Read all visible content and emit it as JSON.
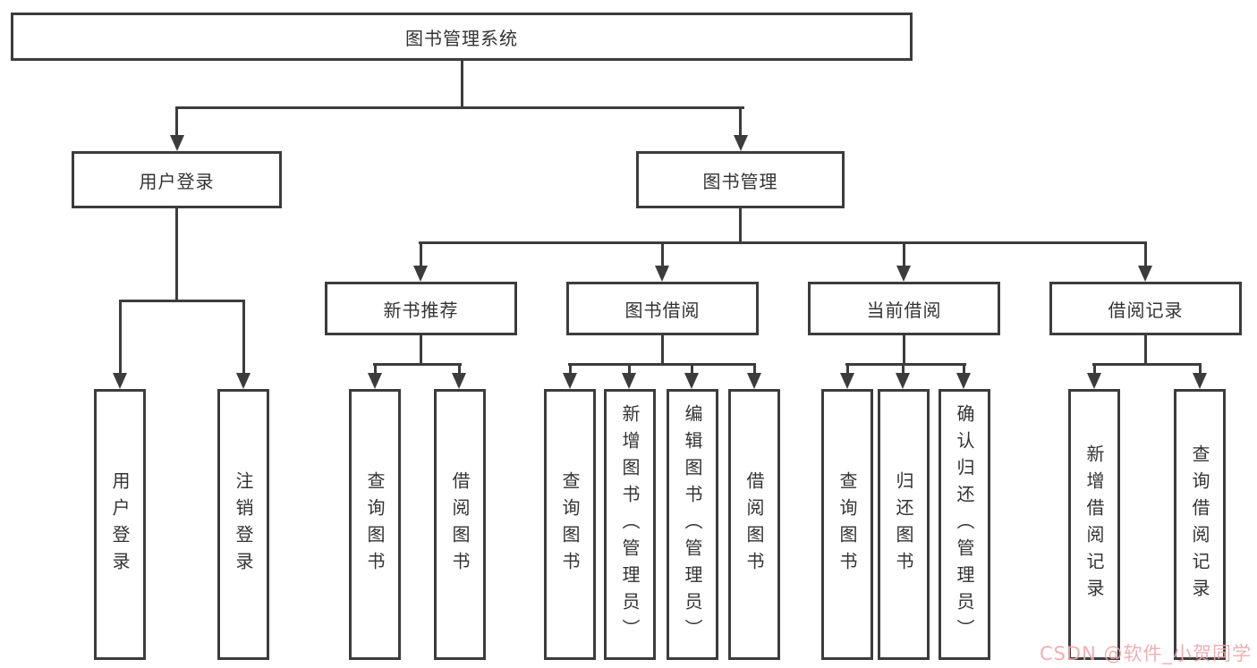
{
  "title": "图书管理系统",
  "level2": {
    "user_login": "用户登录",
    "book_mgmt": "图书管理"
  },
  "level3": {
    "new_book_recommend": "新书推荐",
    "book_borrowing": "图书借阅",
    "current_borrowing": "当前借阅",
    "borrowing_records": "借阅记录"
  },
  "leaves": {
    "user_login": "用户登录",
    "logout": "注销登录",
    "recommend_query_books": "查询图书",
    "recommend_borrow_books": "借阅图书",
    "borrowing_query_books": "查询图书",
    "borrowing_add_books_admin": "新增图书（管理员）",
    "borrowing_edit_books_admin": "编辑图书（管理员）",
    "borrowing_borrow_books": "借阅图书",
    "current_query_books": "查询图书",
    "current_return_books": "归还图书",
    "current_confirm_return_admin": "确认归还（管理员）",
    "records_add_record": "新增借阅记录",
    "records_query_record": "查询借阅记录"
  },
  "watermark": "CSDN @软件_小贺同学",
  "colors": {
    "line": "#3c3c3c",
    "text": "#333333",
    "background": "#ffffff",
    "watermark_pink": "#f0a6aa"
  }
}
